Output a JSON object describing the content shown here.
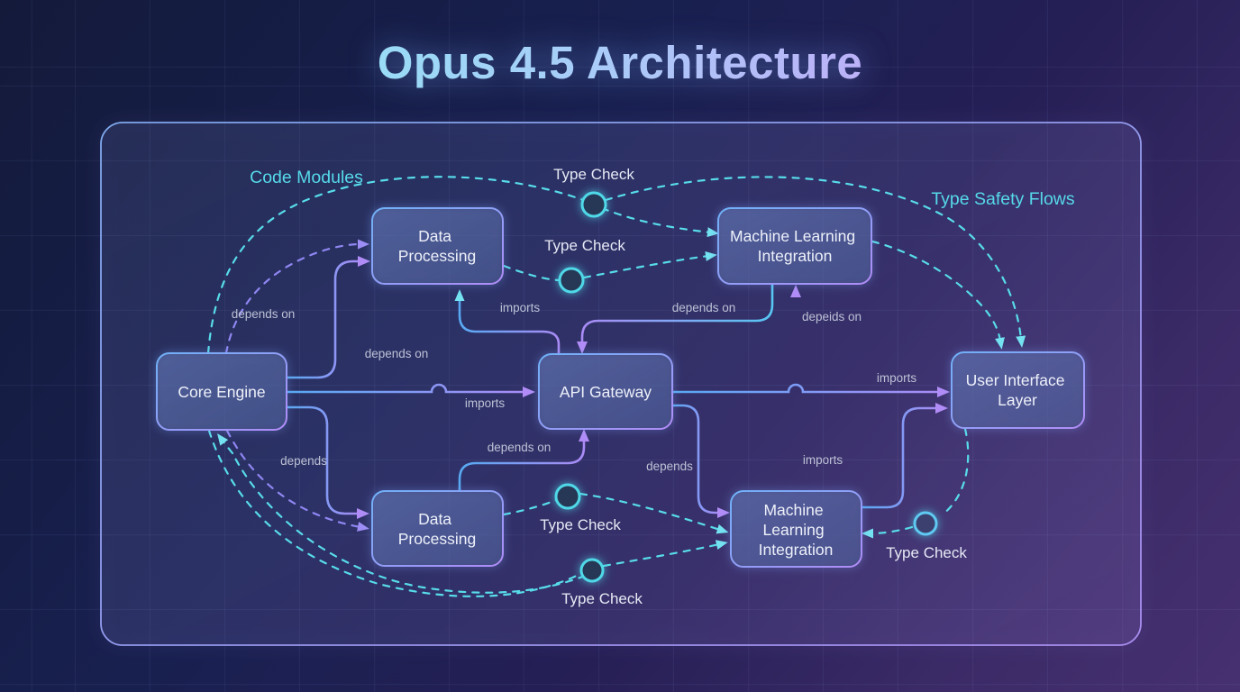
{
  "title": "Opus 4.5 Architecture",
  "flow_labels": {
    "code_modules": "Code Modules",
    "type_safety": "Type Safety Flows"
  },
  "nodes": {
    "core_engine": {
      "lines": [
        "Core Engine"
      ]
    },
    "data_processing_top": {
      "lines": [
        "Data",
        "Processing"
      ]
    },
    "ml_integration_top": {
      "lines": [
        "Machine Learning",
        "Integration"
      ]
    },
    "api_gateway": {
      "lines": [
        "API Gateway"
      ]
    },
    "user_interface_layer": {
      "lines": [
        "User Interface",
        "Layer"
      ]
    },
    "data_processing_bottom": {
      "lines": [
        "Data",
        "Processing"
      ]
    },
    "ml_integration_bottom": {
      "lines": [
        "Machine",
        "Learning",
        "Integration"
      ]
    }
  },
  "edge_labels": [
    {
      "text": "depends on"
    },
    {
      "text": "depends on"
    },
    {
      "text": "imports"
    },
    {
      "text": "imports"
    },
    {
      "text": "depends on"
    },
    {
      "text": "depeids on"
    },
    {
      "text": "imports"
    },
    {
      "text": "depends"
    },
    {
      "text": "depends on"
    },
    {
      "text": "depends"
    },
    {
      "text": "imports"
    }
  ],
  "type_check_labels": [
    "Type Check",
    "Type Check",
    "Type Check",
    "Type Check",
    "Type Check"
  ],
  "colors": {
    "background_top_left": "#141b3a",
    "background_bottom_right": "#46306d",
    "accent_cyan": "#56d9e9",
    "accent_purple": "#a98bf5",
    "edge_blue": "#57a9f2",
    "label_gray": "#c4c9db",
    "node_text": "#eef1fa",
    "node_border_blue": "#6fb1f7",
    "node_border_purple": "#b18cf7"
  }
}
